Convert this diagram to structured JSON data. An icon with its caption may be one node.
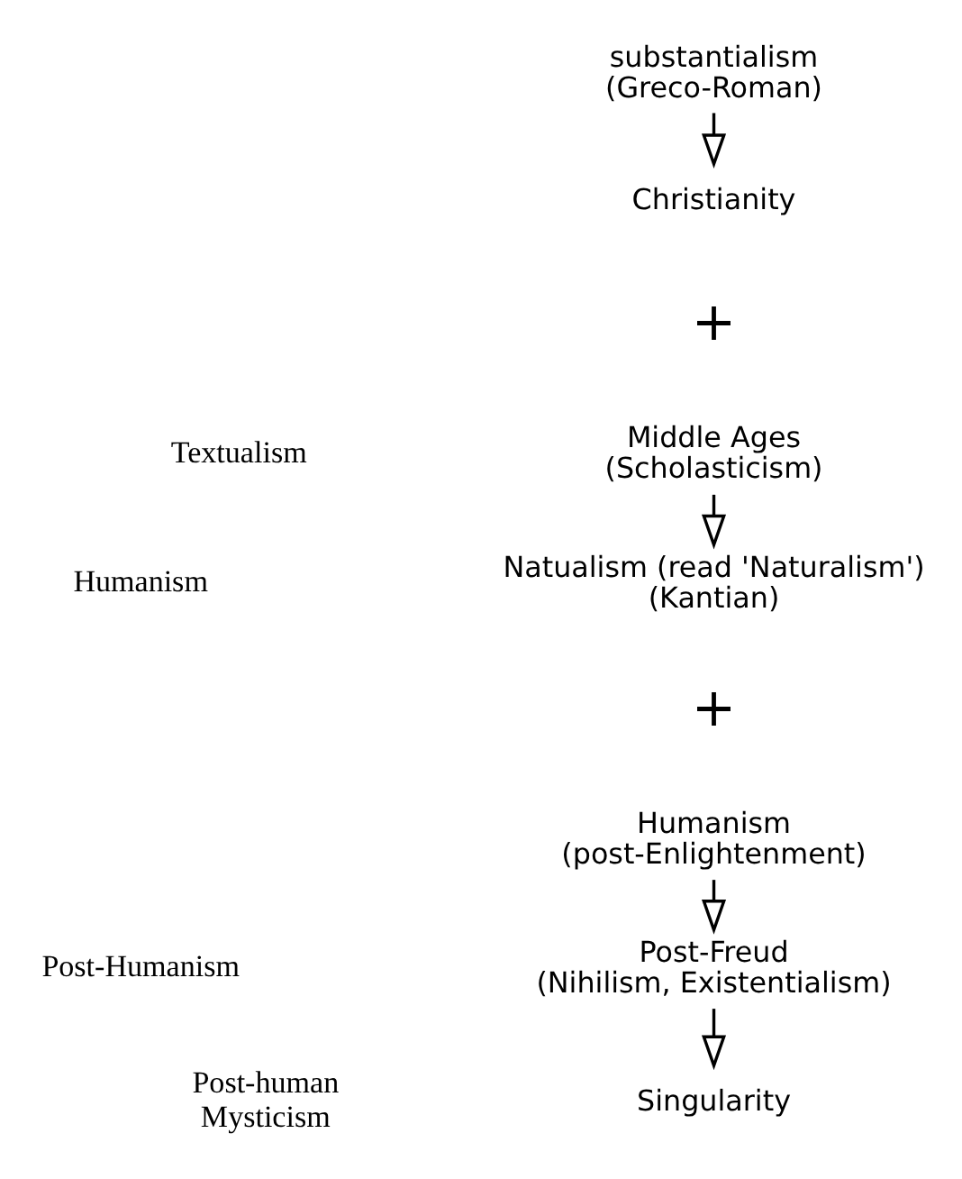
{
  "diagram": {
    "nodes": [
      {
        "text": [
          "substantialism (Greco-Roman)"
        ]
      },
      {
        "text": [
          "Christianity"
        ]
      },
      {
        "text": [
          "Middle Ages (Scholasticism)"
        ]
      },
      {
        "text": [
          "Natualism (read 'Naturalism') (Kantian)"
        ]
      },
      {
        "text": [
          "Humanism (post-Enlightenment)"
        ]
      },
      {
        "text": [
          "Post-Freud (Nihilism, Existentialism)"
        ]
      },
      {
        "text": [
          "Singularity"
        ]
      }
    ],
    "edges": [
      {
        "from": 0,
        "to": 1,
        "arrow": "to"
      },
      {
        "from": 2,
        "to": 3,
        "arrow": "to"
      },
      {
        "from": 4,
        "to": 5,
        "arrow": "to"
      },
      {
        "from": 5,
        "to": 6,
        "arrow": "to"
      }
    ],
    "labels": [
      "+",
      "Textualism",
      "Humanism",
      "+",
      "Post-Humanism",
      "Post-human Mysticism"
    ]
  }
}
